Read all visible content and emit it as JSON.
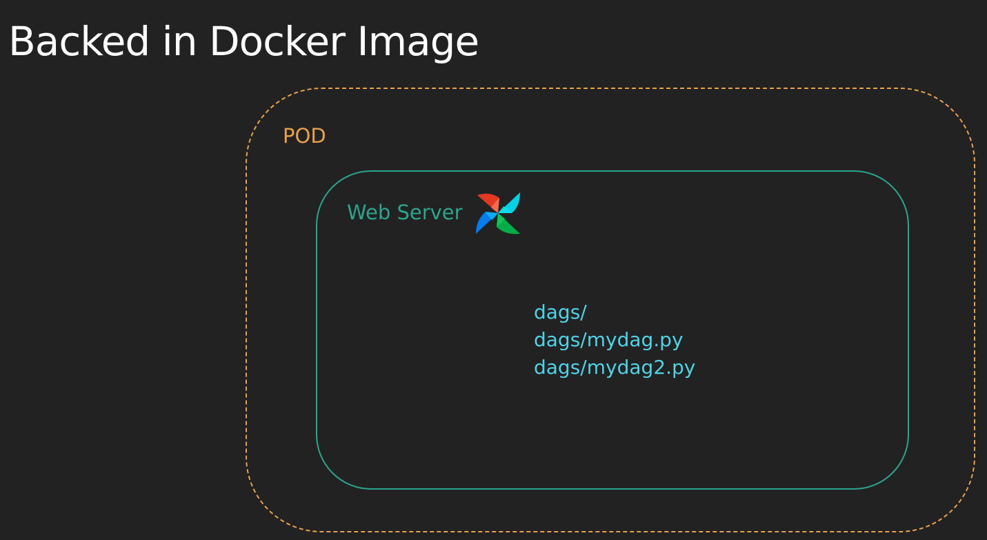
{
  "title": "Backed in Docker Image",
  "pod": {
    "label": "POD",
    "border_color": "#e8a24c"
  },
  "web_server": {
    "label": "Web Server",
    "border_color": "#2aa58e",
    "logo_icon": "airflow-pinwheel-icon"
  },
  "files": [
    "dags/",
    "dags/mydag.py",
    "dags/mydag2.py"
  ],
  "colors": {
    "background": "#222222",
    "title": "#ffffff",
    "files": "#4fd3e8",
    "logo": [
      "#e43921",
      "#00ad46",
      "#017cee",
      "#04d1e3"
    ]
  }
}
